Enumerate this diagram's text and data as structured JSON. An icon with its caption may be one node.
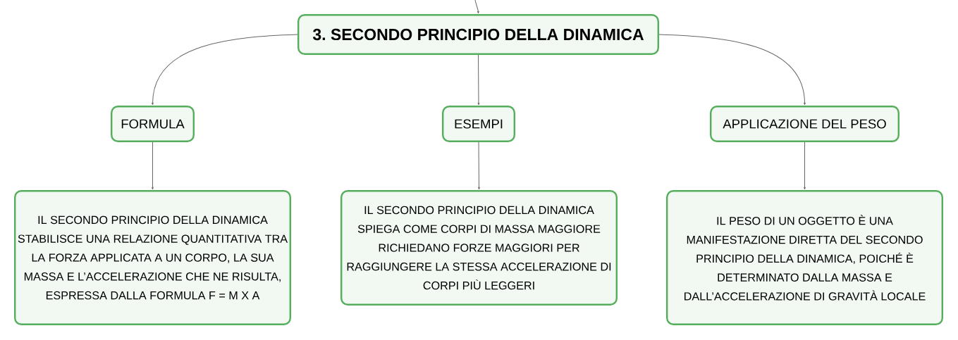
{
  "diagram": {
    "nodes": [
      {
        "text": [
          "3. SECONDO PRINCIPIO DELLA DINAMICA"
        ]
      },
      {
        "text": [
          "FORMULA"
        ]
      },
      {
        "text": [
          "ESEMPI"
        ]
      },
      {
        "text": [
          "APPLICAZIONE DEL PESO"
        ]
      },
      {
        "text": [
          "IL SECONDO PRINCIPIO DELLA DINAMICA STABILISCE UNA RELAZIONE QUANTITATIVA TRA LA FORZA APPLICATA A UN CORPO, LA SUA MASSA E L’ACCELERAZIONE CHE NE RISULTA, ESPRESSA DALLA FORMULA F = M X A"
        ]
      },
      {
        "text": [
          "IL SECONDO PRINCIPIO DELLA DINAMICA SPIEGA COME CORPI DI MASSA MAGGIORE RICHIEDANO FORZE MAGGIORI PER RAGGIUNGERE LA STESSA ACCELERAZIONE DI CORPI PIÙ LEGGERI"
        ]
      },
      {
        "text": [
          "IL PESO DI UN OGGETTO È UNA MANIFESTAZIONE DIRETTA DEL SECONDO PRINCIPIO DELLA DINAMICA, POICHÉ È DETERMINATO DALLA MASSA E DALL’ACCELERAZIONE DI GRAVITÀ LOCALE"
        ]
      }
    ],
    "edges": [
      {
        "from": null,
        "to": 0,
        "arrow": "to"
      },
      {
        "from": 0,
        "to": 1,
        "arrow": "to"
      },
      {
        "from": 0,
        "to": 2,
        "arrow": "to"
      },
      {
        "from": 0,
        "to": 3,
        "arrow": "to"
      },
      {
        "from": 1,
        "to": 4,
        "arrow": "to"
      },
      {
        "from": 2,
        "to": 5,
        "arrow": "to"
      },
      {
        "from": 3,
        "to": 6,
        "arrow": "to"
      }
    ]
  }
}
